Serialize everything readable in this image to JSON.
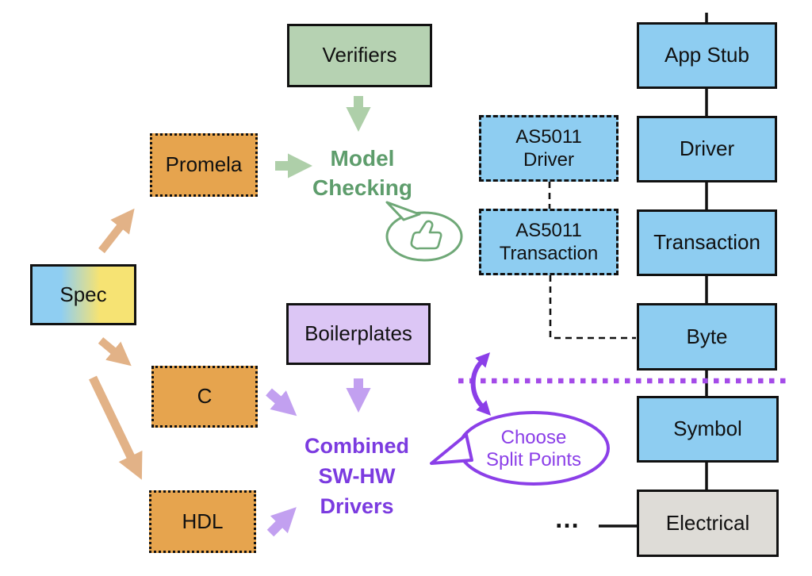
{
  "nodes": {
    "verifiers": "Verifiers",
    "promela": "Promela",
    "spec": "Spec",
    "boilerplates": "Boilerplates",
    "c": "C",
    "hdl": "HDL",
    "as5011_driver": [
      "AS5011",
      "Driver"
    ],
    "as5011_transaction": [
      "AS5011",
      "Transaction"
    ]
  },
  "annotations": {
    "model_checking": [
      "Model",
      "Checking"
    ],
    "combined_drivers": [
      "Combined",
      "SW-HW",
      "Drivers"
    ],
    "choose_split_points": [
      "Choose",
      "Split Points"
    ],
    "ellipsis": "…"
  },
  "protocol_stack": [
    "App Stub",
    "Driver",
    "Transaction",
    "Byte",
    "Symbol",
    "Electrical"
  ],
  "icons": {
    "thumbs_up": "thumbs-up-icon"
  },
  "colors": {
    "stack_blue": "#8ECDF1",
    "verifier_green_fill": "#B6D2B2",
    "source_orange": "#E6A44E",
    "boilerplate_lavender": "#DCC6F5",
    "electrical_gray": "#DEDCD7",
    "spec_gradient_start": "#8FCEF2",
    "spec_gradient_end": "#F6E373",
    "green_accent": "#5E9D6C",
    "green_arrow": "#AECFA9",
    "tan_arrow": "#E2B287",
    "purple_accent": "#7B3BE0",
    "purple_bubble": "#8B3FE8",
    "purple_arrow_light": "#C2A0F0",
    "purple_dotted_line": "#A44BE8"
  }
}
